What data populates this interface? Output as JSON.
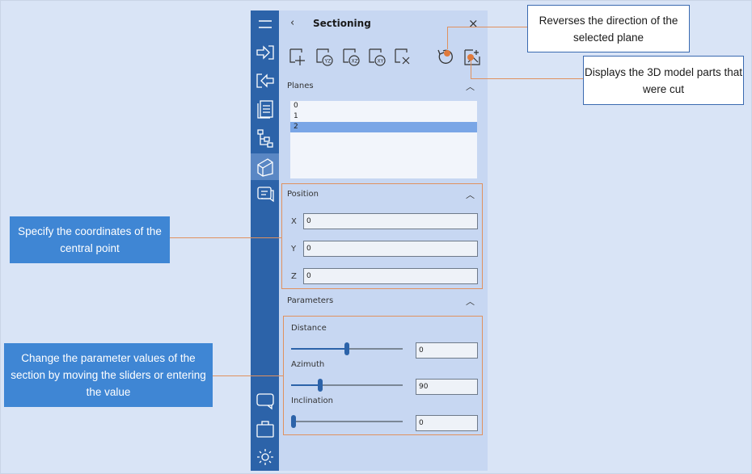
{
  "rail": {
    "icons": [
      "menu-icon",
      "import-icon",
      "export-icon",
      "document-icon",
      "structure-tree-icon",
      "sectioning-icon",
      "comments-icon",
      "chat-icon",
      "briefcase-icon",
      "settings-icon"
    ]
  },
  "panel": {
    "title": "Sectioning",
    "back_label": "‹",
    "close_label": "×",
    "tools": [
      "add-plane-icon",
      "plane-yz-icon",
      "plane-xz-icon",
      "plane-xy-icon",
      "delete-plane-icon",
      "reverse-direction-icon",
      "show-cut-parts-icon"
    ],
    "planes": {
      "label": "Planes",
      "items": [
        "0",
        "1",
        "2"
      ],
      "selected": "2"
    },
    "position": {
      "label": "Position",
      "x_label": "X",
      "x_value": "0",
      "y_label": "Y",
      "y_value": "0",
      "z_label": "Z",
      "z_value": "0"
    },
    "parameters": {
      "label": "Parameters",
      "distance_label": "Distance",
      "distance_value": "0",
      "distance_slider": 0.5,
      "azimuth_label": "Azimuth",
      "azimuth_value": "90",
      "azimuth_slider": 0.25,
      "inclination_label": "Inclination",
      "inclination_value": "0",
      "inclination_slider": 0.0
    }
  },
  "callouts": {
    "reverse": "Reverses the direction of the selected plane",
    "cut_parts": "Displays the 3D model parts that were cut",
    "coordinates": "Specify the coordinates of the central point",
    "parameters": "Change the parameter values of the section by moving the sliders or entering the value"
  },
  "colors": {
    "rail": "#2c63a9",
    "panel": "#c7d7f2",
    "callout_blue": "#3f86d4",
    "accent_orange": "#e0915f"
  }
}
